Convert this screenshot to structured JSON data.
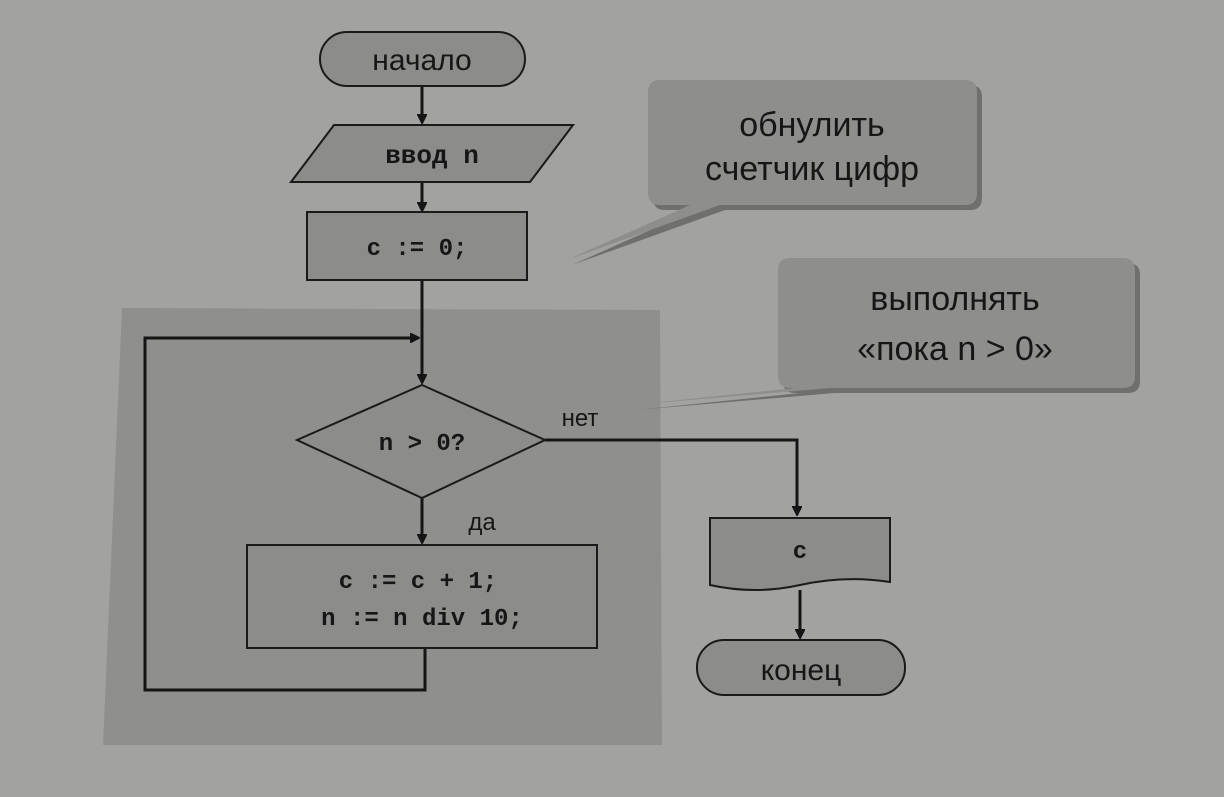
{
  "flowchart": {
    "start_label": "начало",
    "input_label": "ввод n",
    "init_label": "c := 0;",
    "condition_label": "n > 0?",
    "no_label": "нет",
    "yes_label": "да",
    "body_line1": "c := c + 1;",
    "body_line2": "n := n div 10;",
    "output_label": "c",
    "end_label": "конец"
  },
  "callouts": {
    "reset_line1": "обнулить",
    "reset_line2": "счетчик цифр",
    "loop_line1": "выполнять",
    "loop_line2": "«пока n > 0»"
  },
  "colors": {
    "background": "#9d9d9b",
    "shape_fill": "#8c8c8a",
    "loop_panel": "#8f8f8d",
    "ink": "#161616"
  }
}
